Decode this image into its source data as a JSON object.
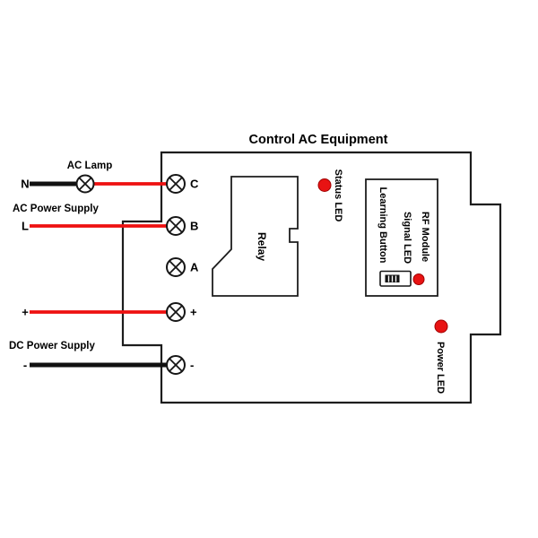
{
  "title": "Control AC Equipment",
  "colors": {
    "wire_red": "#ee1111",
    "wire_black": "#111111",
    "led_red": "#e81313"
  },
  "power_inputs": {
    "n_label": "N",
    "l_label": "L",
    "plus_label": "+",
    "minus_label": "-",
    "lamp_label": "AC Lamp",
    "ac_section_label": "AC Power Supply",
    "dc_section_label": "DC Power Supply"
  },
  "terminals": [
    {
      "label": "C"
    },
    {
      "label": "B"
    },
    {
      "label": "A"
    },
    {
      "label": "+"
    },
    {
      "label": "-"
    }
  ],
  "device": {
    "relay_label": "Relay",
    "status_led_label": "Status LED",
    "rf_module_label": "RF Module",
    "learning_button_label": "Learning Button",
    "signal_led_label": "Signal LED",
    "power_led_label": "Power LED"
  }
}
